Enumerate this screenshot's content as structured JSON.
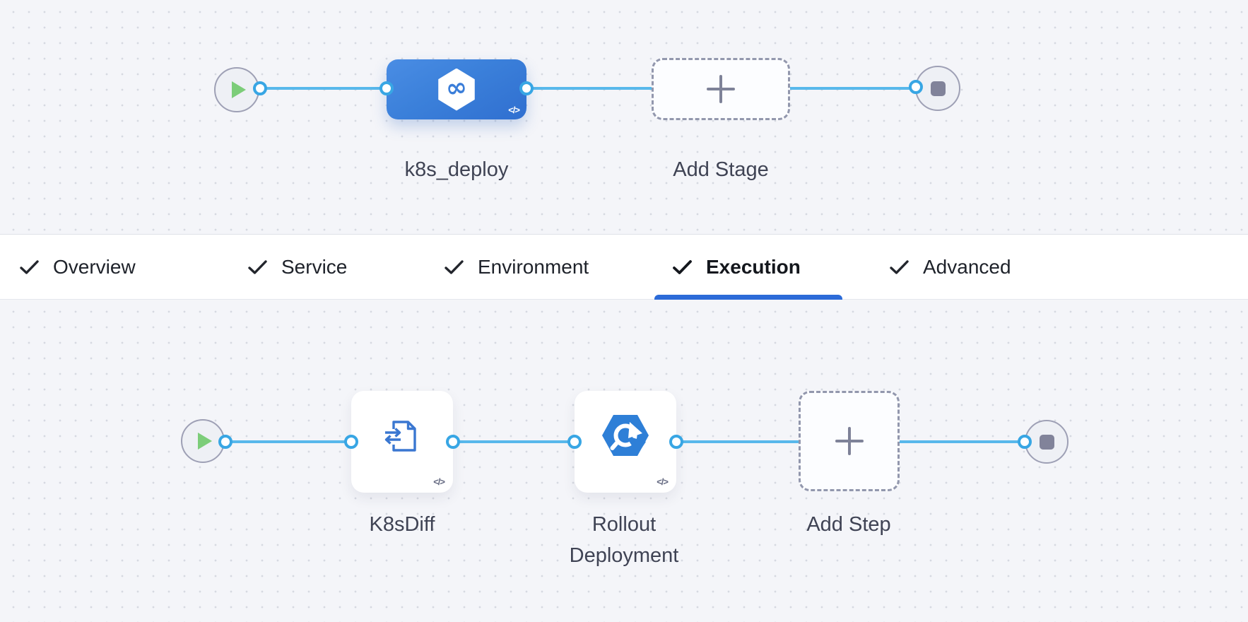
{
  "stage_graph": {
    "stage": {
      "label": "k8s_deploy",
      "icon": "harness-pipeline-icon",
      "infinity_glyph": "∞",
      "code_glyph": "</>"
    },
    "add_stage": {
      "label": "Add Stage"
    }
  },
  "tab_bar": {
    "tabs": [
      {
        "label": "Overview",
        "checked": true,
        "active": false
      },
      {
        "label": "Service",
        "checked": true,
        "active": false
      },
      {
        "label": "Environment",
        "checked": true,
        "active": false
      },
      {
        "label": "Execution",
        "checked": true,
        "active": true
      },
      {
        "label": "Advanced",
        "checked": true,
        "active": false
      }
    ]
  },
  "execution_graph": {
    "steps": [
      {
        "label": "K8sDiff",
        "icon": "k8s-diff-icon",
        "code_glyph": "</>"
      },
      {
        "label": "Rollout Deployment",
        "icon": "rollout-deployment-icon",
        "code_glyph": "</>"
      }
    ],
    "add_step": {
      "label": "Add Step"
    }
  },
  "colors": {
    "accent_blue": "#2c6bd8",
    "connector_blue": "#58b8eb",
    "port_blue": "#38a6e4",
    "stage_node_blue": "#3b80da",
    "icon_blue": "#2e7fd7",
    "play_green": "#7ccd79",
    "stop_gray": "#81839a",
    "canvas_bg": "#f4f5f9"
  }
}
